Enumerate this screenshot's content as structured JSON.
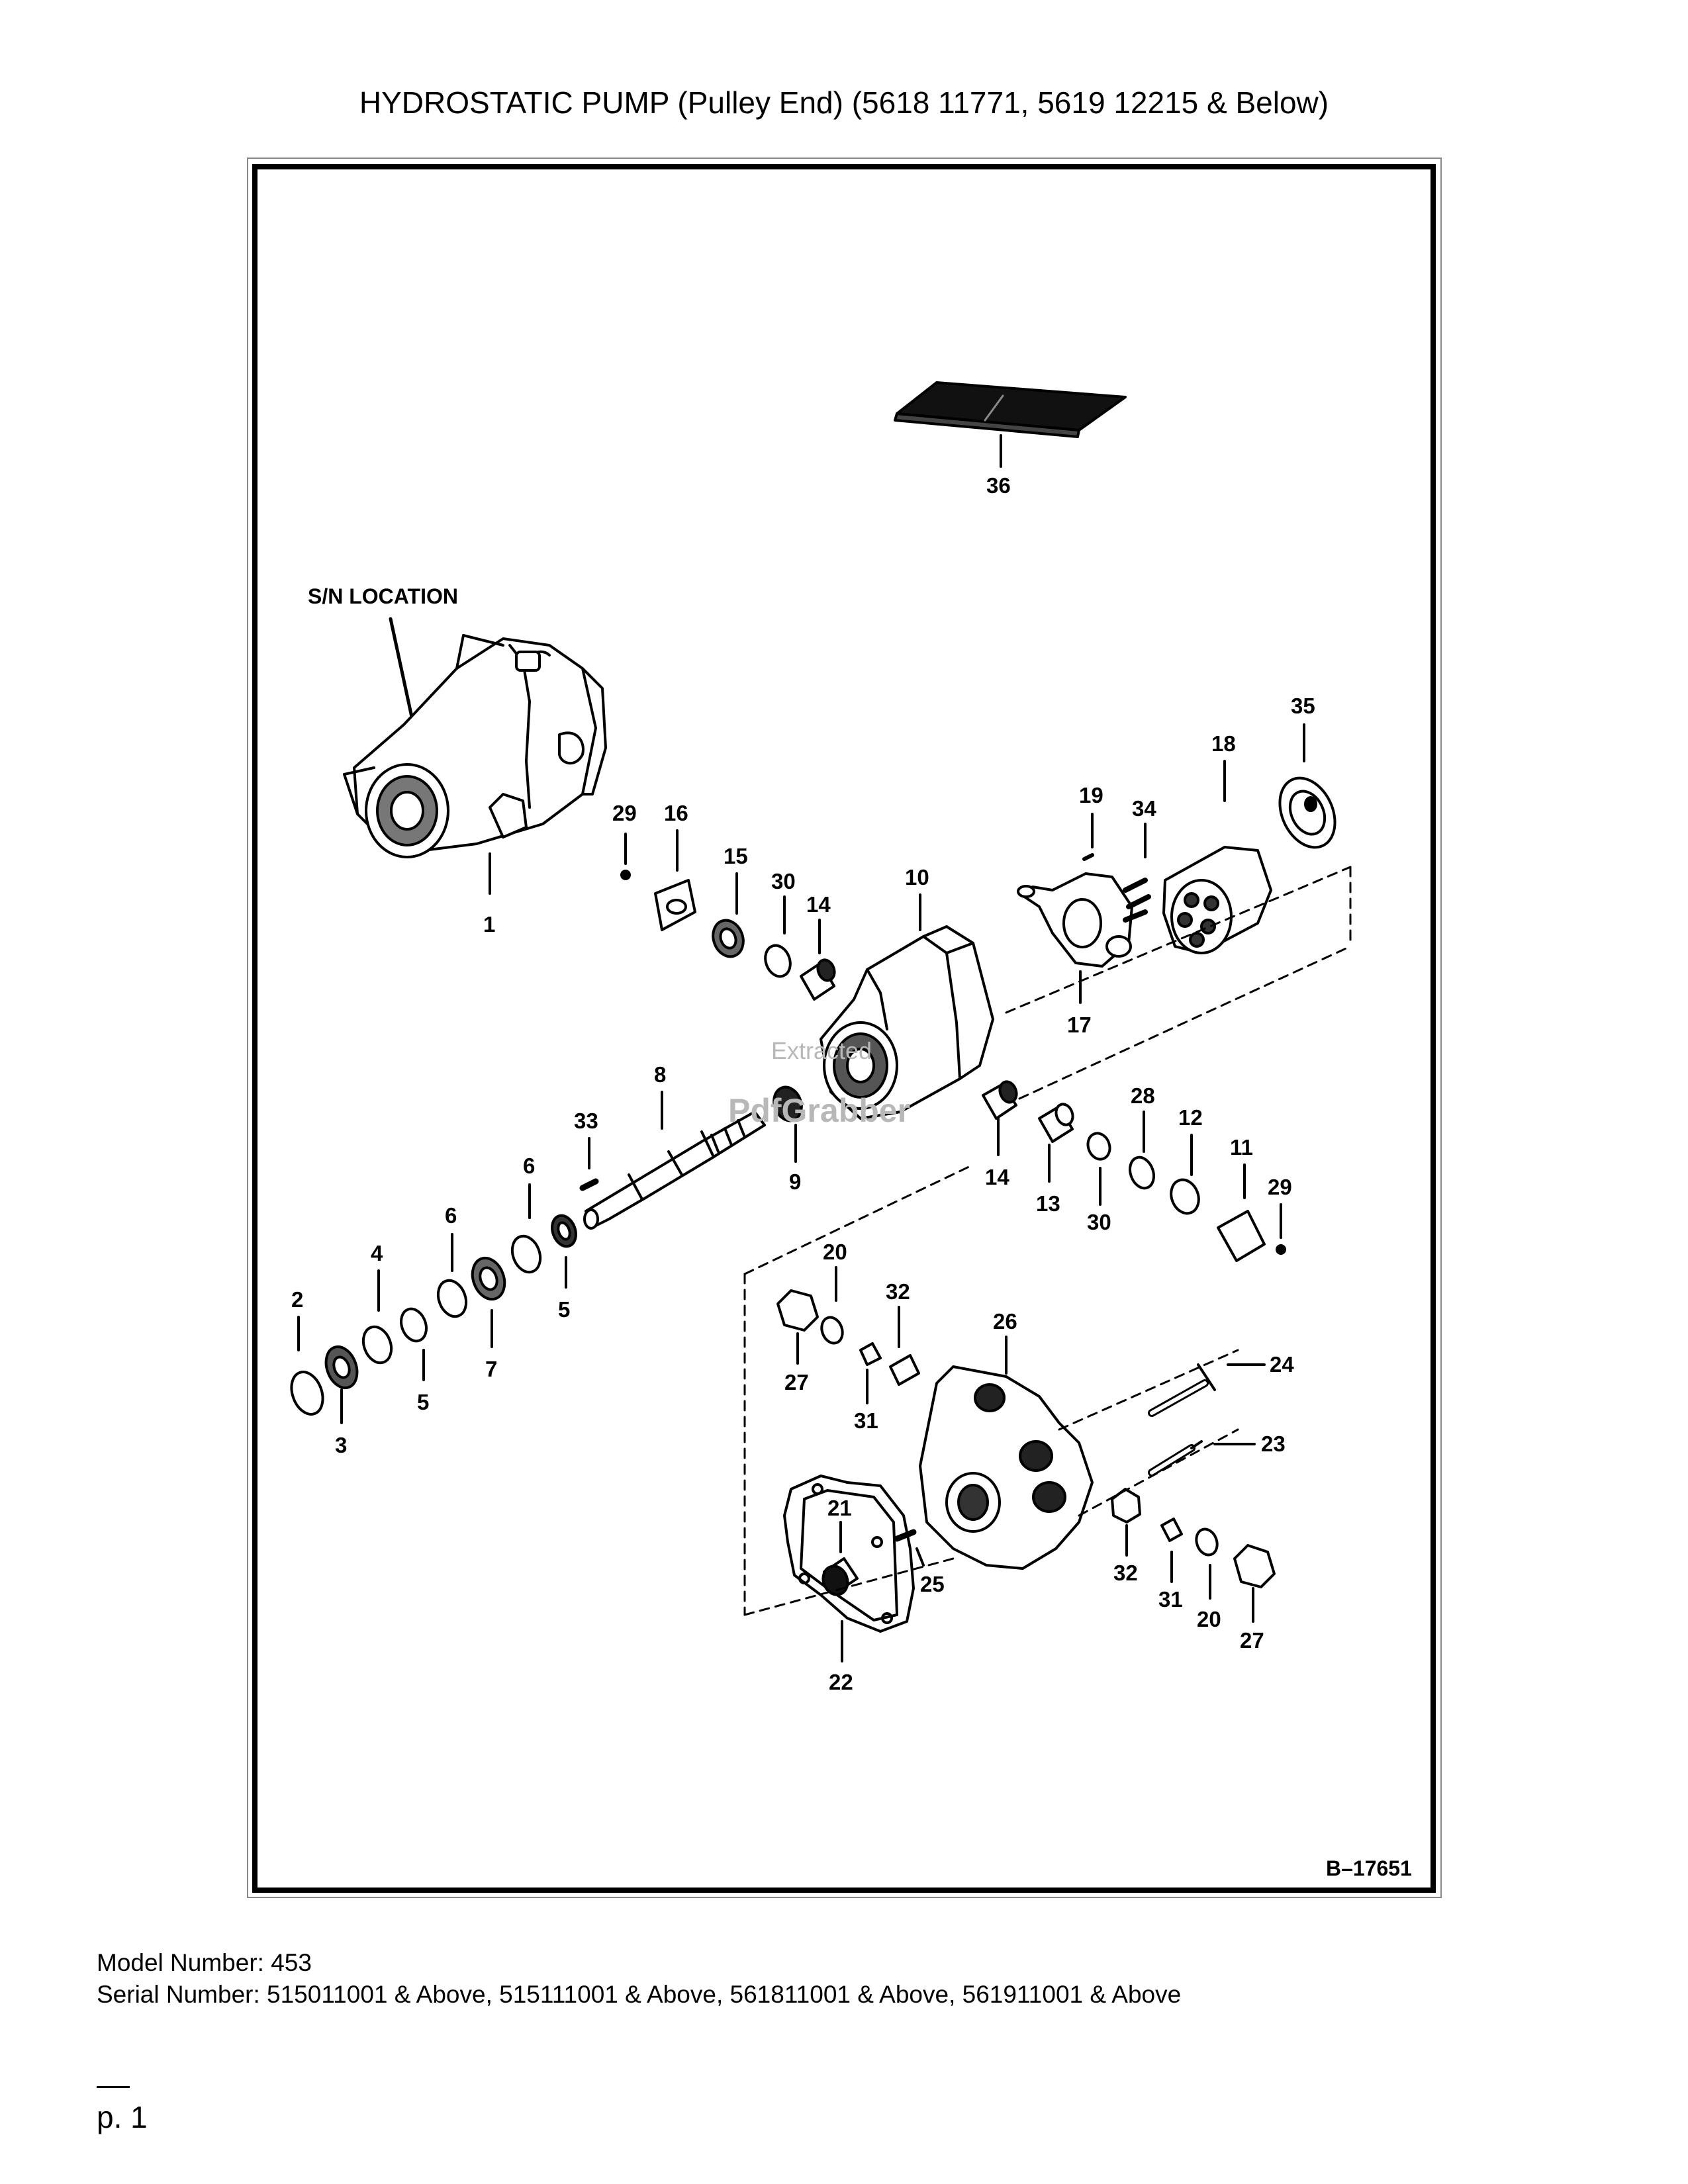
{
  "page": {
    "title": "HYDROSTATIC PUMP (Pulley End) (5618 11771, 5619 12215 & Below)",
    "model_number": "Model Number: 453",
    "serial_number": "Serial Number: 515011001 & Above, 515111001 & Above, 561811001 & Above, 561911001 & Above",
    "page_number": "p. 1"
  },
  "diagram": {
    "drawing_id": "B–17651",
    "sn_location_label": "S/N LOCATION",
    "watermark_line1": "Extracted",
    "watermark_line2": "PdfGrabber",
    "part_labels": {
      "p1": "1",
      "p2": "2",
      "p3": "3",
      "p4": "4",
      "p5a": "5",
      "p5b": "5",
      "p6a": "6",
      "p6b": "6",
      "p7": "7",
      "p8": "8",
      "p9": "9",
      "p10": "10",
      "p11": "11",
      "p12": "12",
      "p13": "13",
      "p14a": "14",
      "p14b": "14",
      "p15": "15",
      "p16": "16",
      "p17": "17",
      "p18": "18",
      "p19": "19",
      "p20a": "20",
      "p20b": "20",
      "p21": "21",
      "p22": "22",
      "p23": "23",
      "p24": "24",
      "p25": "25",
      "p26": "26",
      "p27a": "27",
      "p27b": "27",
      "p28": "28",
      "p29a": "29",
      "p29b": "29",
      "p30a": "30",
      "p30b": "30",
      "p31a": "31",
      "p31b": "31",
      "p32a": "32",
      "p32b": "32",
      "p33": "33",
      "p34": "34",
      "p35": "35",
      "p36": "36"
    }
  }
}
